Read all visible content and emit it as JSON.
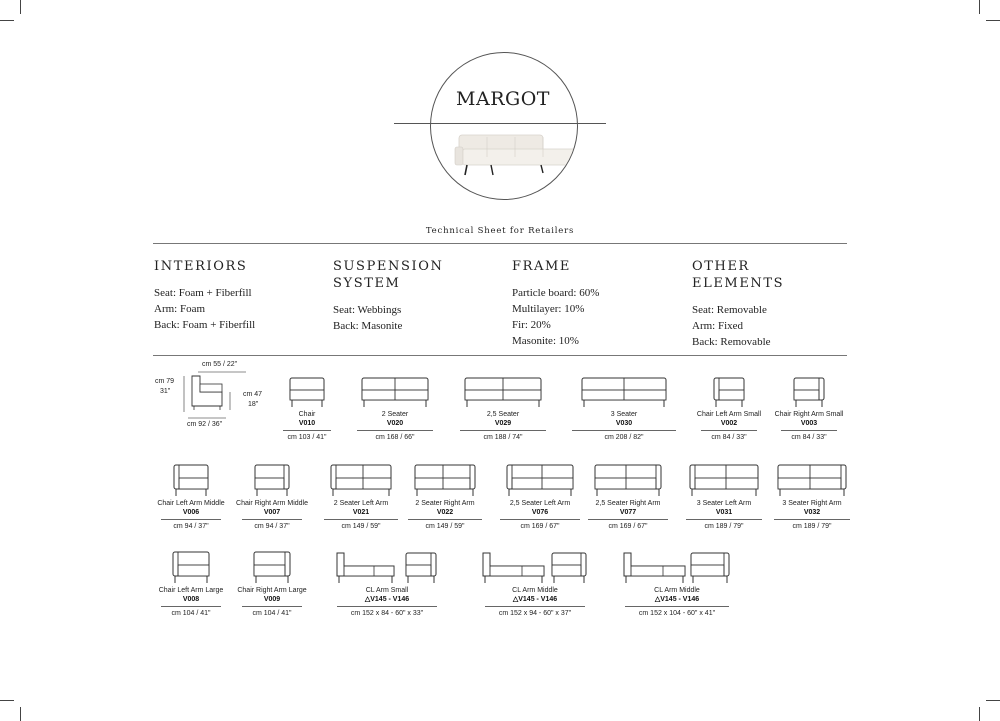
{
  "brand": "MARGOT",
  "subtitle": "Technical Sheet for Retailers",
  "sections": [
    {
      "title": "INTERIORS",
      "lines": [
        "Seat: Foam + Fiberfill",
        "Arm: Foam",
        "Back: Foam + Fiberfill"
      ]
    },
    {
      "title": "SUSPENSION\nSYSTEM",
      "lines": [
        "Seat: Webbings",
        "Back: Masonite"
      ]
    },
    {
      "title": "FRAME",
      "lines": [
        "Particle board: 60%",
        "Multilayer: 10%",
        "Fir: 20%",
        "Masonite: 10%"
      ]
    },
    {
      "title": "OTHER\nELEMENTS",
      "lines": [
        "Seat: Removable",
        "Arm: Fixed",
        "Back: Removable"
      ]
    }
  ],
  "side_view": {
    "depth": "cm 55 / 22\"",
    "height_cm": "cm 79",
    "height_in": "31\"",
    "seat_cm": "cm 47",
    "seat_in": "18\"",
    "width": "cm 92 / 36\""
  },
  "rows": [
    [
      {
        "name": "Chair",
        "code": "V010",
        "dims": "cm 103 / 41\"",
        "icon": "chair-icon"
      },
      {
        "name": "2 Seater",
        "code": "V020",
        "dims": "cm 168 / 66\"",
        "icon": "two-seater-icon"
      },
      {
        "name": "2,5 Seater",
        "code": "V029",
        "dims": "cm 188 / 74\"",
        "icon": "two-half-seater-icon"
      },
      {
        "name": "3 Seater",
        "code": "V030",
        "dims": "cm 208 / 82\"",
        "icon": "three-seater-icon"
      },
      {
        "name": "Chair Left Arm Small",
        "code": "V002",
        "dims": "cm 84 / 33\"",
        "icon": "chair-left-arm-icon"
      },
      {
        "name": "Chair Right Arm Small",
        "code": "V003",
        "dims": "cm 84 / 33\"",
        "icon": "chair-right-arm-icon"
      }
    ],
    [
      {
        "name": "Chair Left Arm Middle",
        "code": "V006",
        "dims": "cm 94 / 37\"",
        "icon": "chair-left-arm-icon"
      },
      {
        "name": "Chair Right Arm Middle",
        "code": "V007",
        "dims": "cm 94 / 37\"",
        "icon": "chair-right-arm-icon"
      },
      {
        "name": "2 Seater Left Arm",
        "code": "V021",
        "dims": "cm 149 / 59\"",
        "icon": "two-seater-left-arm-icon"
      },
      {
        "name": "2 Seater Right Arm",
        "code": "V022",
        "dims": "cm 149 / 59\"",
        "icon": "two-seater-right-arm-icon"
      },
      {
        "name": "2,5 Seater Left Arm",
        "code": "V076",
        "dims": "cm 169 / 67\"",
        "icon": "two-half-seater-left-arm-icon"
      },
      {
        "name": "2,5 Seater Right Arm",
        "code": "V077",
        "dims": "cm 169 / 67\"",
        "icon": "two-half-seater-right-arm-icon"
      },
      {
        "name": "3 Seater Left Arm",
        "code": "V031",
        "dims": "cm 189 / 79\"",
        "icon": "three-seater-left-arm-icon"
      },
      {
        "name": "3 Seater Right Arm",
        "code": "V032",
        "dims": "cm 189 / 79\"",
        "icon": "three-seater-right-arm-icon"
      }
    ],
    [
      {
        "name": "Chair Left Arm Large",
        "code": "V008",
        "dims": "cm 104 / 41\"",
        "icon": "chair-left-arm-icon"
      },
      {
        "name": "Chair Right Arm Large",
        "code": "V009",
        "dims": "cm 104 / 41\"",
        "icon": "chair-right-arm-icon"
      },
      {
        "name": "CL Arm Small",
        "code": "V145 - V146",
        "dims": "cm 152 x 84  - 60\" x 33\"",
        "icon": "chaise-longue-icon"
      },
      {
        "name": "CL Arm Middle",
        "code": "V145 - V146",
        "dims": "cm 152 x 94  - 60\" x 37\"",
        "icon": "chaise-longue-icon"
      },
      {
        "name": "CL Arm Middle",
        "code": "V145 - V146",
        "dims": "cm 152 x 104  - 60\" x 41\"",
        "icon": "chaise-longue-icon"
      }
    ]
  ]
}
